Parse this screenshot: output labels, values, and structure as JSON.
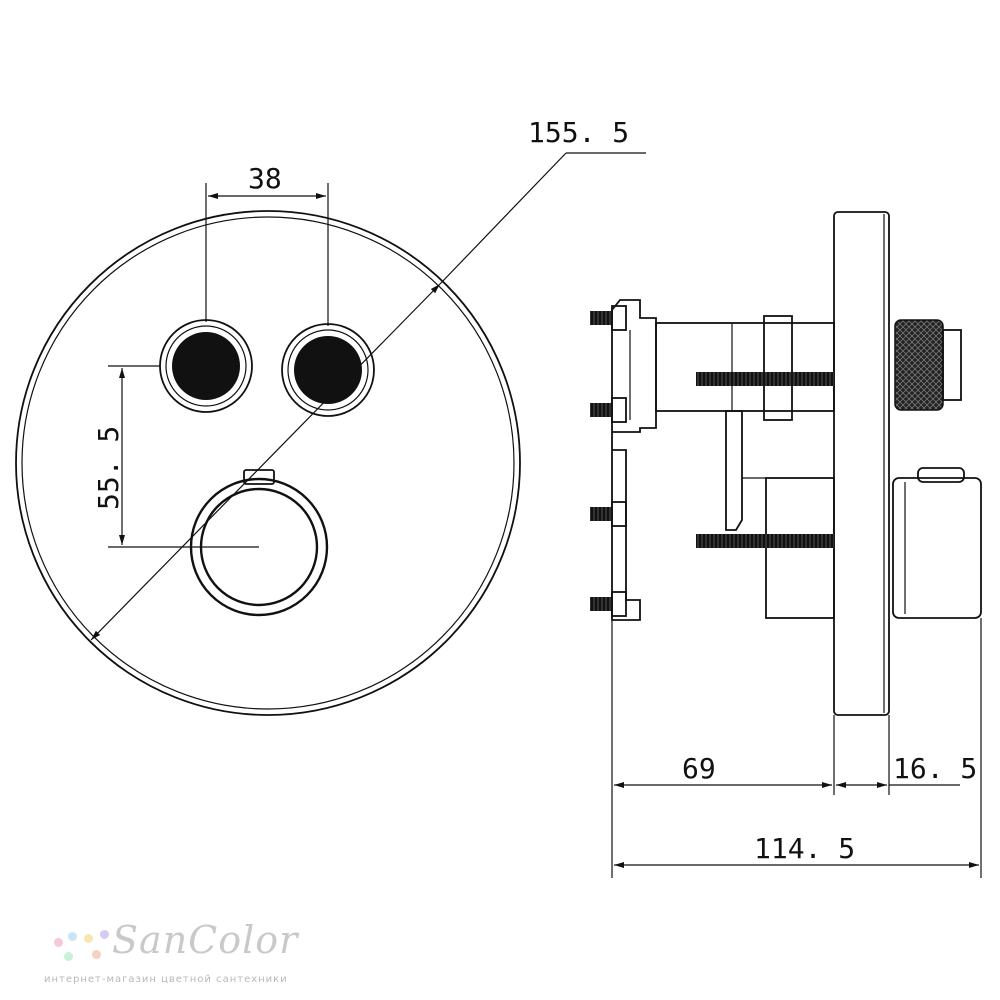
{
  "dimensions": {
    "diameter": "155. 5",
    "button_spacing": "38",
    "vertical_offset": "55. 5",
    "body_depth": "69",
    "plate_depth": "16. 5",
    "total_depth": "114. 5"
  },
  "brand": {
    "name": "SanColor",
    "tagline": "интернет-магазин цветной сантехники",
    "dot_colors": [
      "#f5c9d8",
      "#c9e3f7",
      "#f7e6b0",
      "#d6c9f2",
      "#c9f0d9",
      "#f7cfc0"
    ]
  }
}
